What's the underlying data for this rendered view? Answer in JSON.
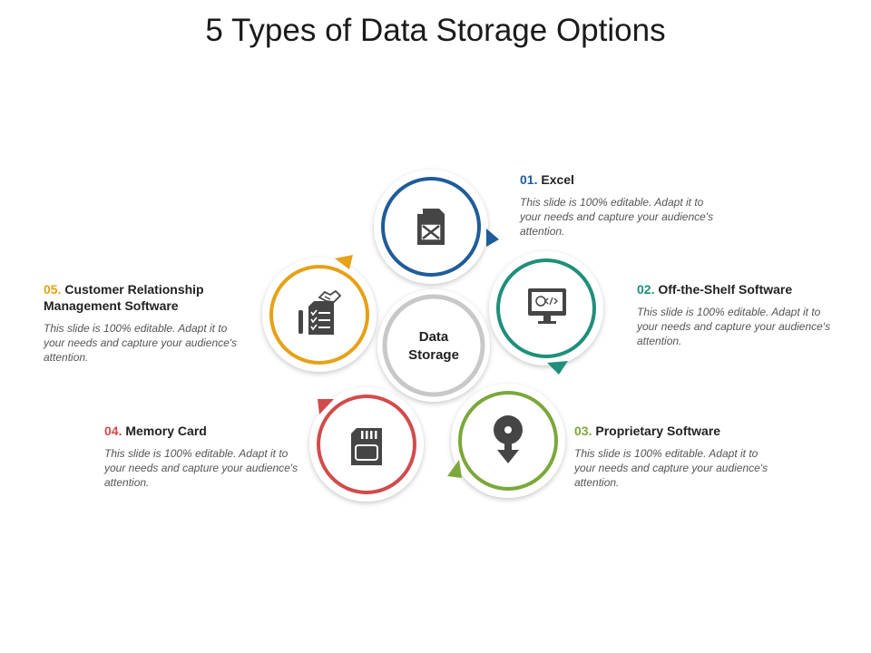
{
  "title": "5 Types of Data Storage Options",
  "center": {
    "line1": "Data",
    "line2": "Storage"
  },
  "colors": {
    "excel": "#1f5c99",
    "offshelf": "#1f8f7a",
    "proprietary": "#7aa83a",
    "memory": "#d24b4b",
    "crm": "#e6a117",
    "center_ring": "#c8c8c8",
    "icon": "#454545"
  },
  "items": [
    {
      "num": "01.",
      "title": "Excel",
      "desc": "This slide is 100% editable. Adapt it to your needs and capture your audience's attention.",
      "icon": "excel-document-icon"
    },
    {
      "num": "02.",
      "title": "Off-the-Shelf Software",
      "desc": "This slide is 100% editable. Adapt it to your needs and capture your audience's attention.",
      "icon": "monitor-code-icon"
    },
    {
      "num": "03.",
      "title": "Proprietary Software",
      "desc": "This slide is 100% editable. Adapt it to your needs and capture your audience's attention.",
      "icon": "disc-download-icon"
    },
    {
      "num": "04.",
      "title": "Memory Card",
      "desc": "This slide is 100% editable. Adapt it to your needs and capture your audience's attention.",
      "icon": "memory-card-icon"
    },
    {
      "num": "05.",
      "title": "Customer Relationship Management Software",
      "desc": "This slide is 100% editable. Adapt it to your needs and capture your audience's attention.",
      "icon": "handshake-checklist-icon"
    }
  ]
}
